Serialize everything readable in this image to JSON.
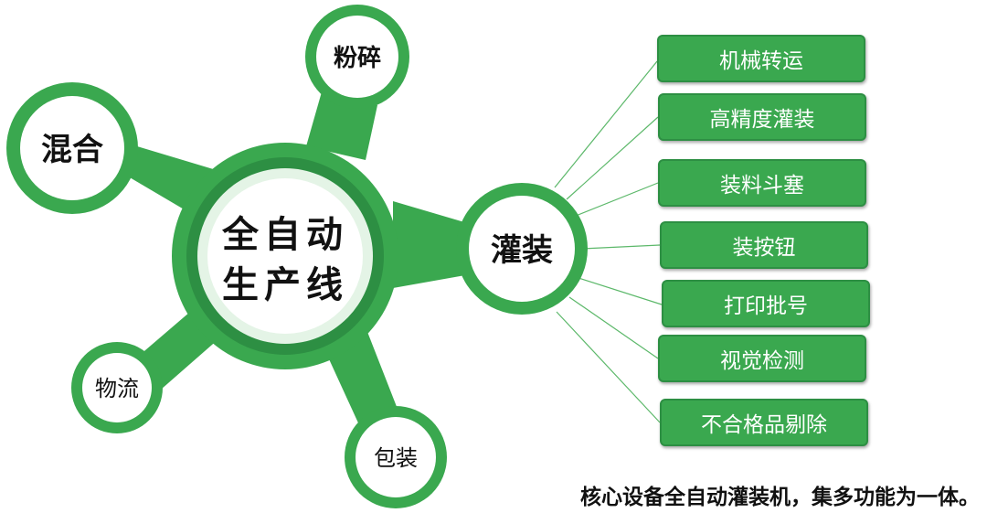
{
  "center": {
    "line1": "全自动",
    "line2": "生产线"
  },
  "nodes": {
    "hunhe": "混合",
    "fensui": "粉碎",
    "guanzhuang": "灌装",
    "wuliu": "物流",
    "baozhuang": "包装"
  },
  "steps": [
    "机械转运",
    "高精度灌装",
    "装料斗塞",
    "装按钮",
    "打印批号",
    "视觉检测",
    "不合格品剔除"
  ],
  "caption": "核心设备全自动灌装机，集多功能为一体。",
  "colors": {
    "green": "#3aa84f",
    "dark_green": "#2d8f43",
    "light_green": "#e4f4e6",
    "line": "#5cb86a"
  }
}
